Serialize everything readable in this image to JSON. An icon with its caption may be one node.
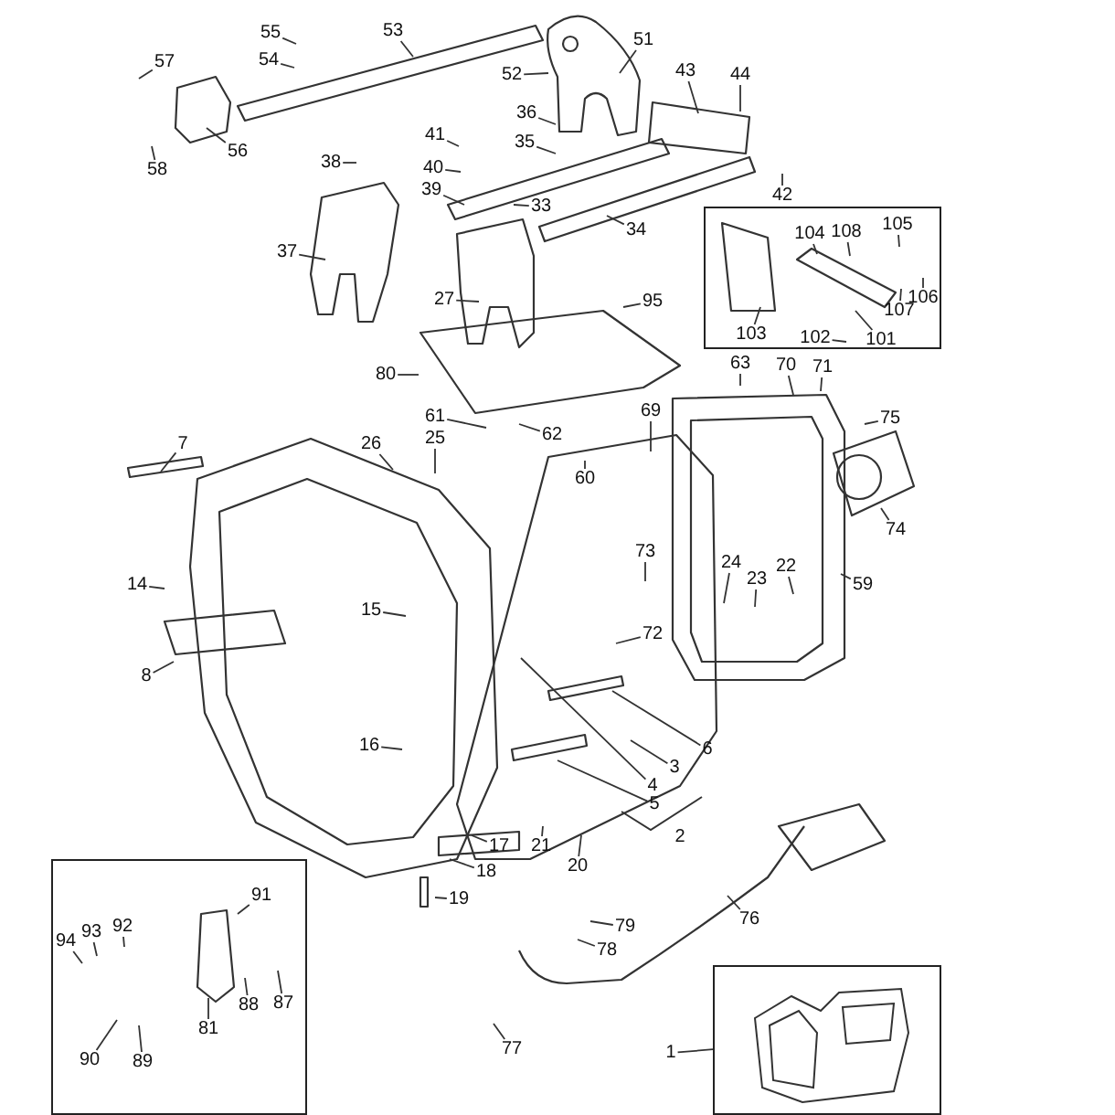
{
  "diagram": {
    "nodes": [
      {
        "text": [
          "55"
        ]
      },
      {
        "text": [
          "53"
        ]
      },
      {
        "text": [
          "51"
        ]
      },
      {
        "text": [
          "57"
        ]
      },
      {
        "text": [
          "54"
        ]
      },
      {
        "text": [
          "52"
        ]
      },
      {
        "text": [
          "56"
        ]
      },
      {
        "text": [
          "58"
        ]
      },
      {
        "text": [
          "43"
        ]
      },
      {
        "text": [
          "44"
        ]
      },
      {
        "text": [
          "36"
        ]
      },
      {
        "text": [
          "41"
        ]
      },
      {
        "text": [
          "35"
        ]
      },
      {
        "text": [
          "38"
        ]
      },
      {
        "text": [
          "40"
        ]
      },
      {
        "text": [
          "39"
        ]
      },
      {
        "text": [
          "33"
        ]
      },
      {
        "text": [
          "34"
        ]
      },
      {
        "text": [
          "42"
        ]
      },
      {
        "text": [
          "37"
        ]
      },
      {
        "text": [
          "27"
        ]
      },
      {
        "text": [
          "95"
        ]
      },
      {
        "text": [],
        "shape": "box"
      },
      {
        "text": [
          "104"
        ],
        "in": 22
      },
      {
        "text": [
          "108"
        ],
        "in": 22
      },
      {
        "text": [
          "105"
        ],
        "in": 22
      },
      {
        "text": [
          "106"
        ],
        "in": 22
      },
      {
        "text": [
          "107"
        ],
        "in": 22
      },
      {
        "text": [
          "103"
        ],
        "in": 22
      },
      {
        "text": [
          "102"
        ],
        "in": 22
      },
      {
        "text": [
          "101"
        ],
        "in": 22
      },
      {
        "text": [
          "80"
        ]
      },
      {
        "text": [
          "63"
        ]
      },
      {
        "text": [
          "70"
        ]
      },
      {
        "text": [
          "71"
        ]
      },
      {
        "text": [
          "61"
        ]
      },
      {
        "text": [
          "62"
        ]
      },
      {
        "text": [
          "69"
        ]
      },
      {
        "text": [
          "25"
        ]
      },
      {
        "text": [
          "26"
        ]
      },
      {
        "text": [
          "7"
        ]
      },
      {
        "text": [
          "60"
        ]
      },
      {
        "text": [
          "75"
        ]
      },
      {
        "text": [
          "74"
        ]
      },
      {
        "text": [
          "59"
        ]
      },
      {
        "text": [
          "73"
        ]
      },
      {
        "text": [
          "24"
        ]
      },
      {
        "text": [
          "23"
        ]
      },
      {
        "text": [
          "22"
        ]
      },
      {
        "text": [
          "14"
        ]
      },
      {
        "text": [
          "15"
        ]
      },
      {
        "text": [
          "72"
        ]
      },
      {
        "text": [
          "8"
        ]
      },
      {
        "text": [
          "6"
        ]
      },
      {
        "text": [
          "3"
        ]
      },
      {
        "text": [
          "4"
        ]
      },
      {
        "text": [
          "5"
        ]
      },
      {
        "text": [
          "16"
        ]
      },
      {
        "text": [
          "17"
        ]
      },
      {
        "text": [
          "21"
        ]
      },
      {
        "text": [
          "20"
        ]
      },
      {
        "text": [
          "18"
        ]
      },
      {
        "text": [
          "19"
        ]
      },
      {
        "text": [],
        "shape": "box"
      },
      {
        "text": [
          "91"
        ],
        "in": 63
      },
      {
        "text": [
          "94"
        ],
        "in": 63
      },
      {
        "text": [
          "93"
        ],
        "in": 63
      },
      {
        "text": [
          "92"
        ],
        "in": 63
      },
      {
        "text": [
          "88"
        ],
        "in": 63
      },
      {
        "text": [
          "87"
        ],
        "in": 63
      },
      {
        "text": [
          "81"
        ],
        "in": 63
      },
      {
        "text": [
          "90"
        ],
        "in": 63
      },
      {
        "text": [
          "89"
        ],
        "in": 63
      },
      {
        "text": [
          "79"
        ]
      },
      {
        "text": [
          "76"
        ]
      },
      {
        "text": [
          "78"
        ]
      },
      {
        "text": [
          "77"
        ]
      },
      {
        "text": [
          "1"
        ]
      },
      {
        "text": [],
        "shape": "picture"
      }
    ],
    "edges": [
      {
        "from": 0,
        "to": null,
        "arrow": "none"
      },
      {
        "from": 1,
        "to": null,
        "arrow": "none"
      },
      {
        "from": 2,
        "to": null,
        "arrow": "none"
      },
      {
        "from": 3,
        "to": null,
        "arrow": "none"
      },
      {
        "from": 4,
        "to": null,
        "arrow": "none"
      },
      {
        "from": 5,
        "to": null,
        "arrow": "none"
      },
      {
        "from": 6,
        "to": null,
        "arrow": "none"
      },
      {
        "from": 7,
        "to": null,
        "arrow": "none"
      },
      {
        "from": 8,
        "to": null,
        "arrow": "none"
      },
      {
        "from": 9,
        "to": null,
        "arrow": "none"
      },
      {
        "from": 10,
        "to": null,
        "arrow": "none"
      },
      {
        "from": 11,
        "to": null,
        "arrow": "none"
      },
      {
        "from": 12,
        "to": null,
        "arrow": "none"
      },
      {
        "from": 13,
        "to": null,
        "arrow": "none"
      },
      {
        "from": 14,
        "to": null,
        "arrow": "none"
      },
      {
        "from": 15,
        "to": null,
        "arrow": "none"
      },
      {
        "from": 16,
        "to": null,
        "arrow": "none"
      },
      {
        "from": 17,
        "to": null,
        "arrow": "none"
      },
      {
        "from": 18,
        "to": null,
        "arrow": "none"
      },
      {
        "from": 19,
        "to": null,
        "arrow": "none"
      },
      {
        "from": 20,
        "to": null,
        "arrow": "none"
      },
      {
        "from": 21,
        "to": null,
        "arrow": "none"
      },
      {
        "from": 23,
        "to": null,
        "arrow": "none"
      },
      {
        "from": 24,
        "to": null,
        "arrow": "none"
      },
      {
        "from": 25,
        "to": null,
        "arrow": "none"
      },
      {
        "from": 26,
        "to": null,
        "arrow": "none"
      },
      {
        "from": 27,
        "to": null,
        "arrow": "none"
      },
      {
        "from": 28,
        "to": null,
        "arrow": "none"
      },
      {
        "from": 29,
        "to": null,
        "arrow": "none"
      },
      {
        "from": 30,
        "to": null,
        "arrow": "none"
      },
      {
        "from": 31,
        "to": null,
        "arrow": "none"
      },
      {
        "from": 32,
        "to": null,
        "arrow": "none"
      },
      {
        "from": 33,
        "to": null,
        "arrow": "none"
      },
      {
        "from": 34,
        "to": null,
        "arrow": "none"
      },
      {
        "from": 35,
        "to": null,
        "arrow": "none"
      },
      {
        "from": 36,
        "to": null,
        "arrow": "none"
      },
      {
        "from": 37,
        "to": null,
        "arrow": "none"
      },
      {
        "from": 38,
        "to": null,
        "arrow": "none"
      },
      {
        "from": 39,
        "to": null,
        "arrow": "none"
      },
      {
        "from": 40,
        "to": null,
        "arrow": "none"
      },
      {
        "from": 41,
        "to": null,
        "arrow": "none"
      },
      {
        "from": 42,
        "to": null,
        "arrow": "none"
      },
      {
        "from": 43,
        "to": null,
        "arrow": "none"
      },
      {
        "from": 44,
        "to": null,
        "arrow": "none"
      },
      {
        "from": 45,
        "to": null,
        "arrow": "none"
      },
      {
        "from": 46,
        "to": null,
        "arrow": "none"
      },
      {
        "from": 47,
        "to": null,
        "arrow": "none"
      },
      {
        "from": 48,
        "to": null,
        "arrow": "none"
      },
      {
        "from": 49,
        "to": null,
        "arrow": "none"
      },
      {
        "from": 50,
        "to": null,
        "arrow": "none"
      },
      {
        "from": 51,
        "to": null,
        "arrow": "none"
      },
      {
        "from": 52,
        "to": null,
        "arrow": "none"
      },
      {
        "from": 53,
        "to": null,
        "arrow": "none"
      },
      {
        "from": 54,
        "to": null,
        "arrow": "none"
      },
      {
        "from": 55,
        "to": null,
        "arrow": "none"
      },
      {
        "from": 56,
        "to": null,
        "arrow": "none"
      },
      {
        "from": 57,
        "to": null,
        "arrow": "none"
      },
      {
        "from": 58,
        "to": null,
        "arrow": "none"
      },
      {
        "from": 59,
        "to": null,
        "arrow": "none"
      },
      {
        "from": 60,
        "to": null,
        "arrow": "none"
      },
      {
        "from": 61,
        "to": null,
        "arrow": "none"
      },
      {
        "from": 62,
        "to": null,
        "arrow": "none"
      },
      {
        "from": 64,
        "to": null,
        "arrow": "none"
      },
      {
        "from": 65,
        "to": null,
        "arrow": "none"
      },
      {
        "from": 66,
        "to": null,
        "arrow": "none"
      },
      {
        "from": 67,
        "to": null,
        "arrow": "none"
      },
      {
        "from": 68,
        "to": null,
        "arrow": "none"
      },
      {
        "from": 69,
        "to": null,
        "arrow": "none"
      },
      {
        "from": 70,
        "to": null,
        "arrow": "none"
      },
      {
        "from": 71,
        "to": null,
        "arrow": "none"
      },
      {
        "from": 72,
        "to": null,
        "arrow": "none"
      },
      {
        "from": 73,
        "to": null,
        "arrow": "none"
      },
      {
        "from": 74,
        "to": null,
        "arrow": "none"
      },
      {
        "from": 75,
        "to": null,
        "arrow": "none"
      },
      {
        "from": 76,
        "to": null,
        "arrow": "none"
      },
      {
        "from": 77,
        "to": 78,
        "arrow": "none"
      }
    ],
    "labels": [
      "2"
    ]
  }
}
